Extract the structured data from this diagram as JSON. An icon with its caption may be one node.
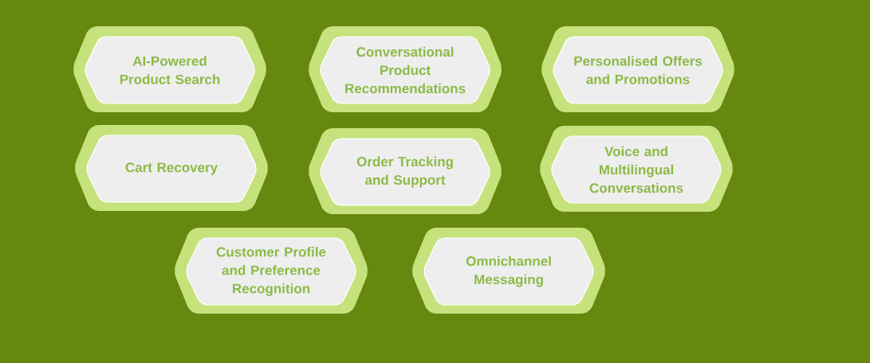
{
  "diagram": {
    "nodes": [
      {
        "text": [
          "AI-Powered Product Search"
        ]
      },
      {
        "text": [
          "Conversational Product Recommendations"
        ]
      },
      {
        "text": [
          "Personalised Offers and Promotions"
        ]
      },
      {
        "text": [
          "Cart Recovery"
        ]
      },
      {
        "text": [
          "Order Tracking and Support"
        ]
      },
      {
        "text": [
          "Voice and Multilingual Conversations"
        ]
      },
      {
        "text": [
          "Customer Profile and Preference Recognition"
        ]
      },
      {
        "text": [
          "Omnichannel Messaging"
        ]
      }
    ]
  }
}
